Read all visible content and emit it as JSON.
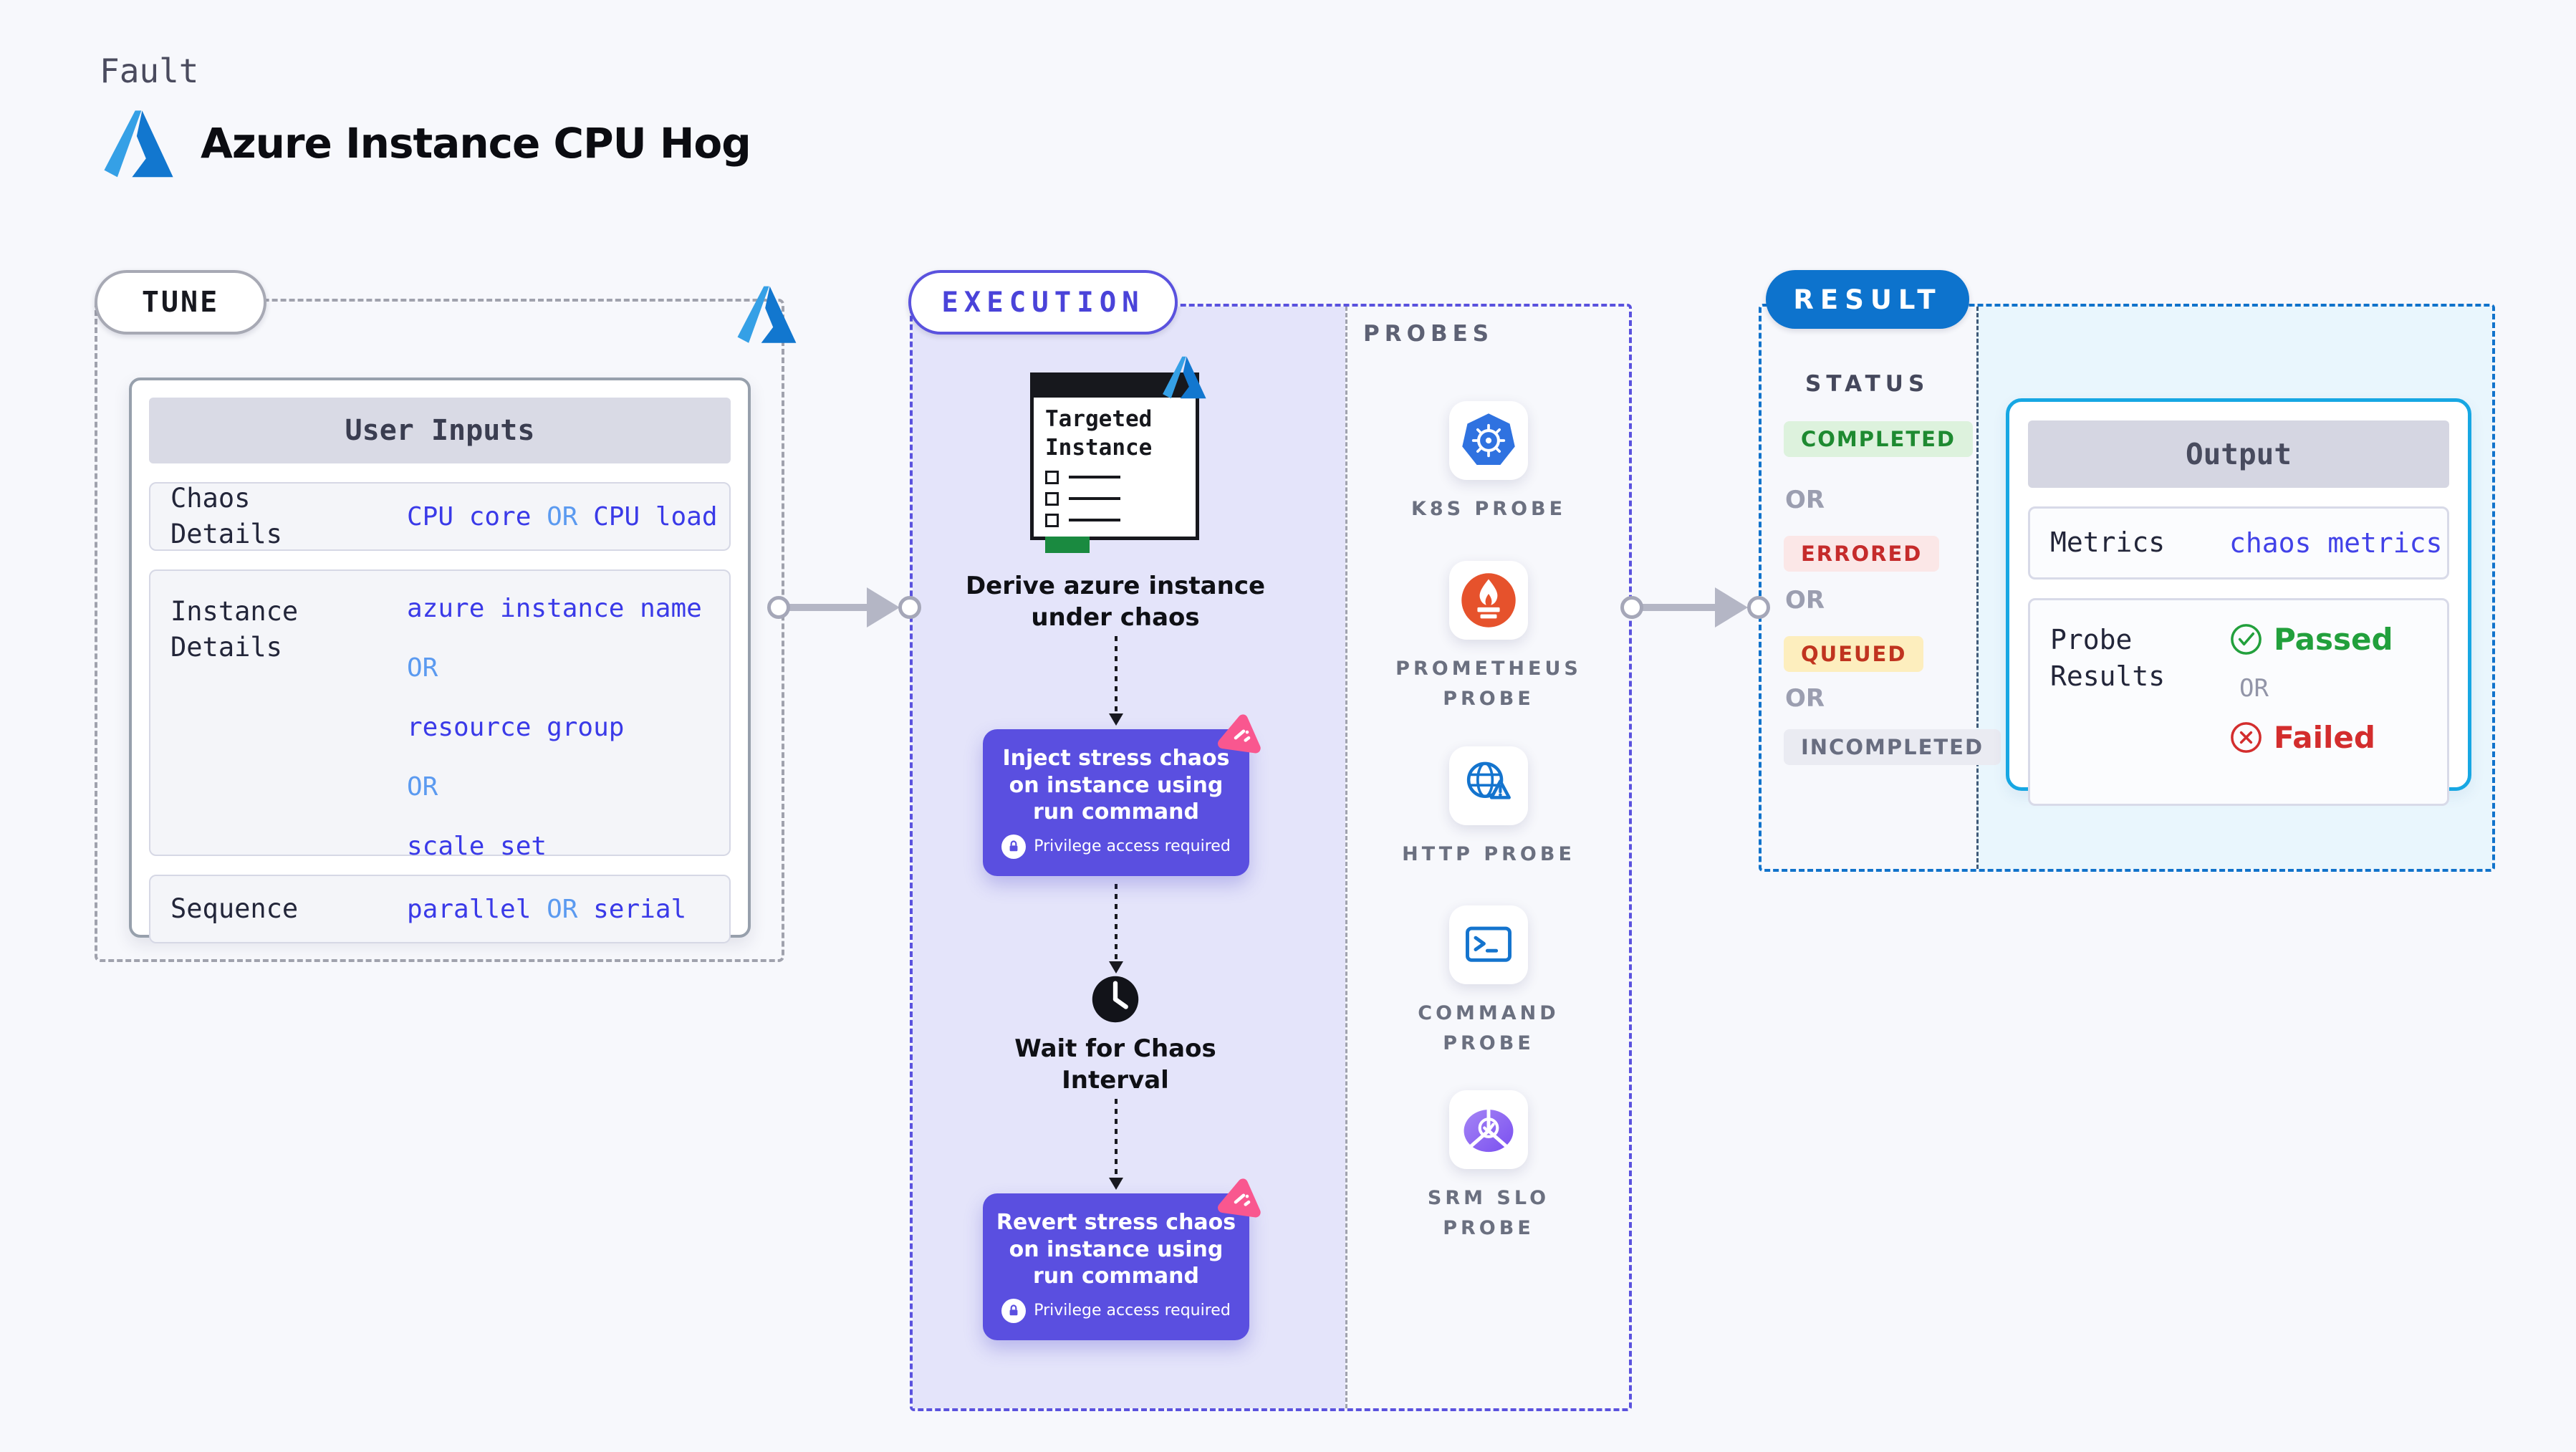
{
  "header": {
    "eyebrow": "Fault",
    "title": "Azure Instance CPU Hog"
  },
  "tune": {
    "badge": "TUNE",
    "user_inputs": {
      "header": "User Inputs",
      "chaos_details": {
        "label": "Chaos Details",
        "value_a": "CPU core",
        "or": "OR",
        "value_b": "CPU load"
      },
      "instance_details": {
        "label": "Instance Details",
        "value_1": "azure instance name",
        "or_1": "OR",
        "value_2": "resource group",
        "or_2": "OR",
        "value_3": "scale set"
      },
      "sequence": {
        "label": "Sequence",
        "value_a": "parallel",
        "or": "OR",
        "value_b": "serial"
      }
    }
  },
  "execution": {
    "badge": "EXECUTION",
    "window_title": "Targeted Instance",
    "derive_caption": "Derive azure instance\nunder chaos",
    "inject": {
      "text": "Inject stress chaos\non instance using\nrun command",
      "privilege": "Privilege access required"
    },
    "wait_caption": "Wait for Chaos\nInterval",
    "revert": {
      "text": "Revert stress chaos\non instance using\nrun command",
      "privilege": "Privilege access required"
    }
  },
  "probes": {
    "label": "PROBES",
    "items": [
      {
        "name": "K8S PROBE",
        "icon": "kubernetes-icon"
      },
      {
        "name": "PROMETHEUS\nPROBE",
        "icon": "prometheus-icon"
      },
      {
        "name": "HTTP PROBE",
        "icon": "http-globe-icon"
      },
      {
        "name": "COMMAND\nPROBE",
        "icon": "terminal-icon"
      },
      {
        "name": "SRM SLO\nPROBE",
        "icon": "srm-slo-icon"
      }
    ]
  },
  "result": {
    "badge": "RESULT",
    "status_label": "STATUS",
    "or": "OR",
    "statuses": [
      {
        "label": "COMPLETED",
        "bg": "#ddf2dd",
        "color": "#1e8a31"
      },
      {
        "label": "ERRORED",
        "bg": "#fbe7e7",
        "color": "#c52b2b"
      },
      {
        "label": "QUEUED",
        "bg": "#fdeebe",
        "color": "#c0341f"
      },
      {
        "label": "INCOMPLETED",
        "bg": "#eaebf2",
        "color": "#686d80"
      }
    ],
    "output": {
      "header": "Output",
      "metrics_label": "Metrics",
      "metrics_value": "chaos metrics",
      "probe_results_label": "Probe Results",
      "passed": "Passed",
      "or": "OR",
      "failed": "Failed"
    }
  },
  "colors": {
    "page_bg": "#f7f8fc",
    "lavender_panel": "#e4e4fa",
    "execution_border": "#5a52de",
    "chaos_box_indigo": "#5a4fe0",
    "tune_dash_gray": "#a0a2ad",
    "value_blue": "#3a3ae8",
    "or_light_blue": "#5b9af0",
    "azure_blue": "#1277cf",
    "result_blue": "#0d73cd",
    "result_dash_blue": "#1173cb",
    "output_border_cyan": "#17a7e3",
    "output_panel_bg": "#e9f6fd",
    "passed_green": "#22a03c",
    "failed_red": "#d32d2d",
    "queued_yellow_bg": "#fdeebe",
    "pink_chaos_icon": "#f9578f",
    "window_green_bar": "#1a8a40",
    "kubernetes_blue": "#2f72e0",
    "prometheus_orange": "#e6522c",
    "srm_purple": "#8a5ff2"
  }
}
